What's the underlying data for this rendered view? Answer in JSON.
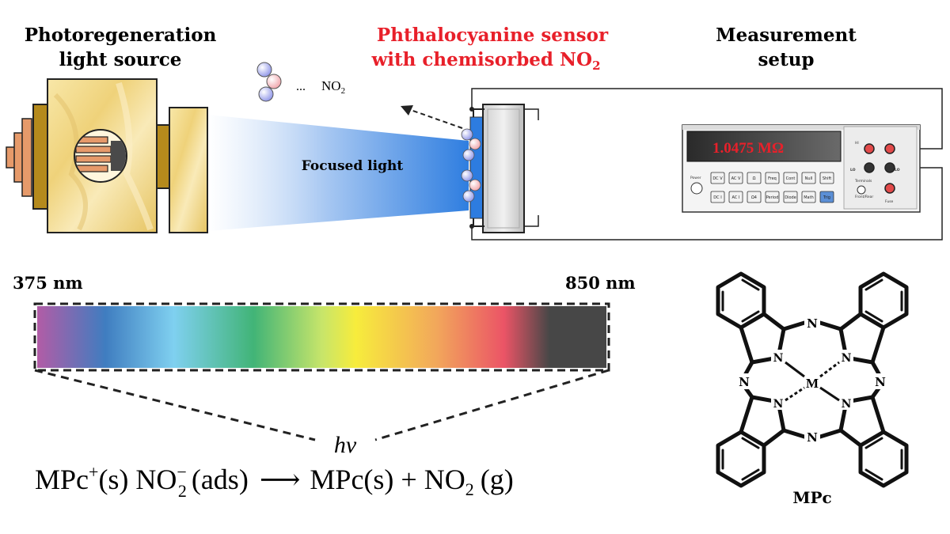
{
  "labels": {
    "light_source": [
      "Photoregeneration",
      "light source"
    ],
    "sensor": [
      "Phthalocyanine sensor",
      "with chemisorbed NO",
      "2"
    ],
    "measurement": [
      "Measurement",
      "setup"
    ],
    "focused_light": "Focused light",
    "dots": "...",
    "no2_mol": "NO",
    "no2_mol_sub": "2",
    "mpc": "MPc",
    "metal_atom": "M",
    "nitrogen": "N"
  },
  "meter": {
    "reading": "1.0475 MΩ",
    "power_label": "Power",
    "hi": "HI",
    "lo": "LO",
    "panel_texts": [
      "LO",
      "Terminals",
      "Front/Rear",
      "Fuse"
    ],
    "buttons": [
      "DC V",
      "AC V",
      "Ω",
      "Freq",
      "Cont",
      "Null",
      "Shift",
      "DC I",
      "AC I",
      "Ω4",
      "Period",
      "Diode",
      "Math",
      "Trig"
    ]
  },
  "spectrum": {
    "start_label": "375 nm",
    "end_label": "850 nm",
    "colors": [
      "#b25ca6",
      "#3f7dc0",
      "#7fd0f0",
      "#41b477",
      "#c7e56a",
      "#f7ec3c",
      "#f2a85b",
      "#eb5466",
      "#474747"
    ]
  },
  "equation": {
    "hv": "hν",
    "left_a": "MPc",
    "left_sup": "+",
    "left_b": "(s) NO",
    "left_sub": "2",
    "left_sup2": "−",
    "left_c": "(ads)",
    "arrow": "⟶",
    "right_a": "MPc(s) + NO",
    "right_sub": "2",
    "right_b": "(g)"
  },
  "colors": {
    "sensor_red": "#e8202a",
    "beam": "#3a86e0",
    "lamp_yellow": "#f3dd8e",
    "lamp_brown": "#b58a1c",
    "copper": "#e69a6a",
    "molecule_blue": "#8f95e8",
    "molecule_pink": "#f0a4aa"
  }
}
